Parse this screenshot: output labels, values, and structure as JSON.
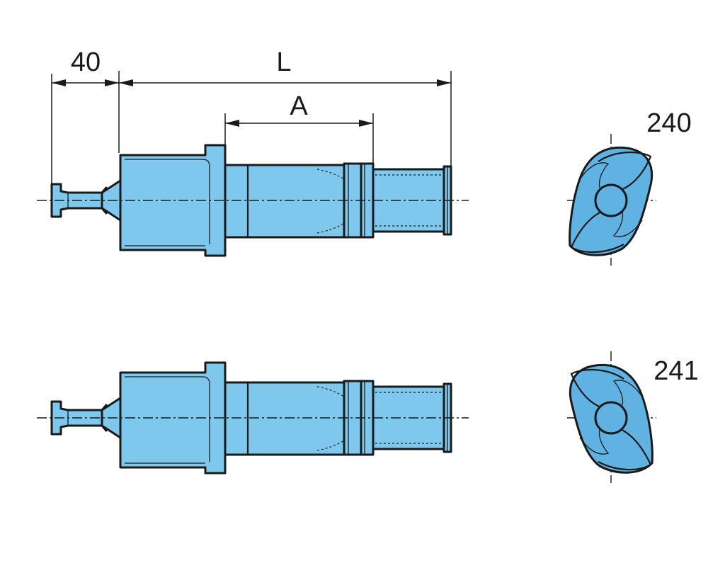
{
  "dimensions": {
    "stub_length": "40",
    "length": "L",
    "active_length": "A"
  },
  "variants": [
    {
      "number": "240"
    },
    {
      "number": "241"
    }
  ],
  "colors": {
    "part_fill": "#7ec8ee",
    "cam_fill": "#5fb2e2",
    "line": "#1a1a1a"
  }
}
